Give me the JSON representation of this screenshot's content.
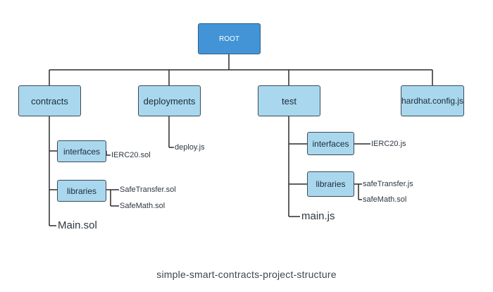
{
  "root": {
    "label": "ROOT"
  },
  "folders": {
    "contracts": {
      "label": "contracts",
      "interfaces": {
        "label": "interfaces",
        "files": [
          "IERC20.sol"
        ]
      },
      "libraries": {
        "label": "libraries",
        "files": [
          "SafeTransfer.sol",
          "SafeMath.sol"
        ]
      },
      "files": [
        "Main.sol"
      ]
    },
    "deployments": {
      "label": "deployments",
      "files": [
        "deploy.js"
      ]
    },
    "test": {
      "label": "test",
      "interfaces": {
        "label": "interfaces",
        "files": [
          "IERC20.js"
        ]
      },
      "libraries": {
        "label": "libraries",
        "files": [
          "safeTransfer.js",
          "safeMath.sol"
        ]
      },
      "files": [
        "main.js"
      ]
    },
    "hardhat": {
      "label": "hardhat.config.js"
    }
  },
  "caption": "simple-smart-contracts-project-structure",
  "colors": {
    "root_fill": "#4294d6",
    "node_fill": "#a9d8ee",
    "line": "#2b2b2b"
  }
}
